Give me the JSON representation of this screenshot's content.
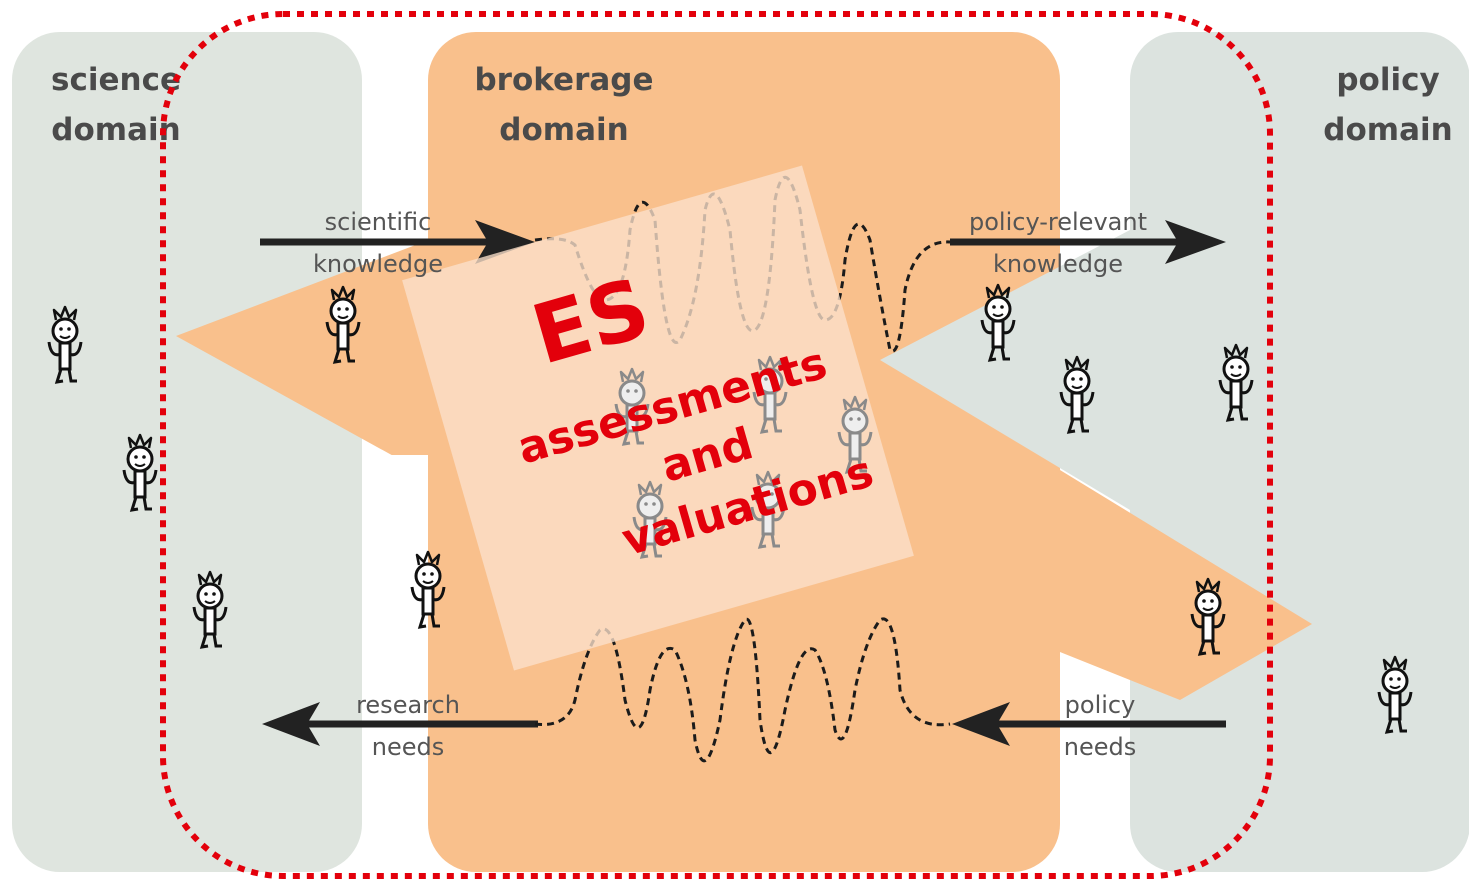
{
  "domains": {
    "science": {
      "line1": "science",
      "line2": "domain"
    },
    "brokerage": {
      "line1": "brokerage",
      "line2": "domain"
    },
    "policy": {
      "line1": "policy",
      "line2": "domain"
    }
  },
  "flows": {
    "scientific_knowledge": {
      "line1": "scientific",
      "line2": "knowledge"
    },
    "policy_relevant_knowledge": {
      "line1": "policy-relevant",
      "line2": "knowledge"
    },
    "research_needs": {
      "line1": "research",
      "line2": "needs"
    },
    "policy_needs": {
      "line1": "policy",
      "line2": "needs"
    }
  },
  "overlay": {
    "heading": "ES",
    "line1": "assessments",
    "line2": "and",
    "line3": "valuations"
  },
  "colors": {
    "science_bg": "#dfe5df",
    "policy_bg": "#dce3df",
    "brokerage_bg": "#f9c08c",
    "arrow": "#222222",
    "boundary": "#e3000b",
    "overlay_card": "#fbe0cb"
  },
  "icons": [
    "stick-figure-icon"
  ]
}
